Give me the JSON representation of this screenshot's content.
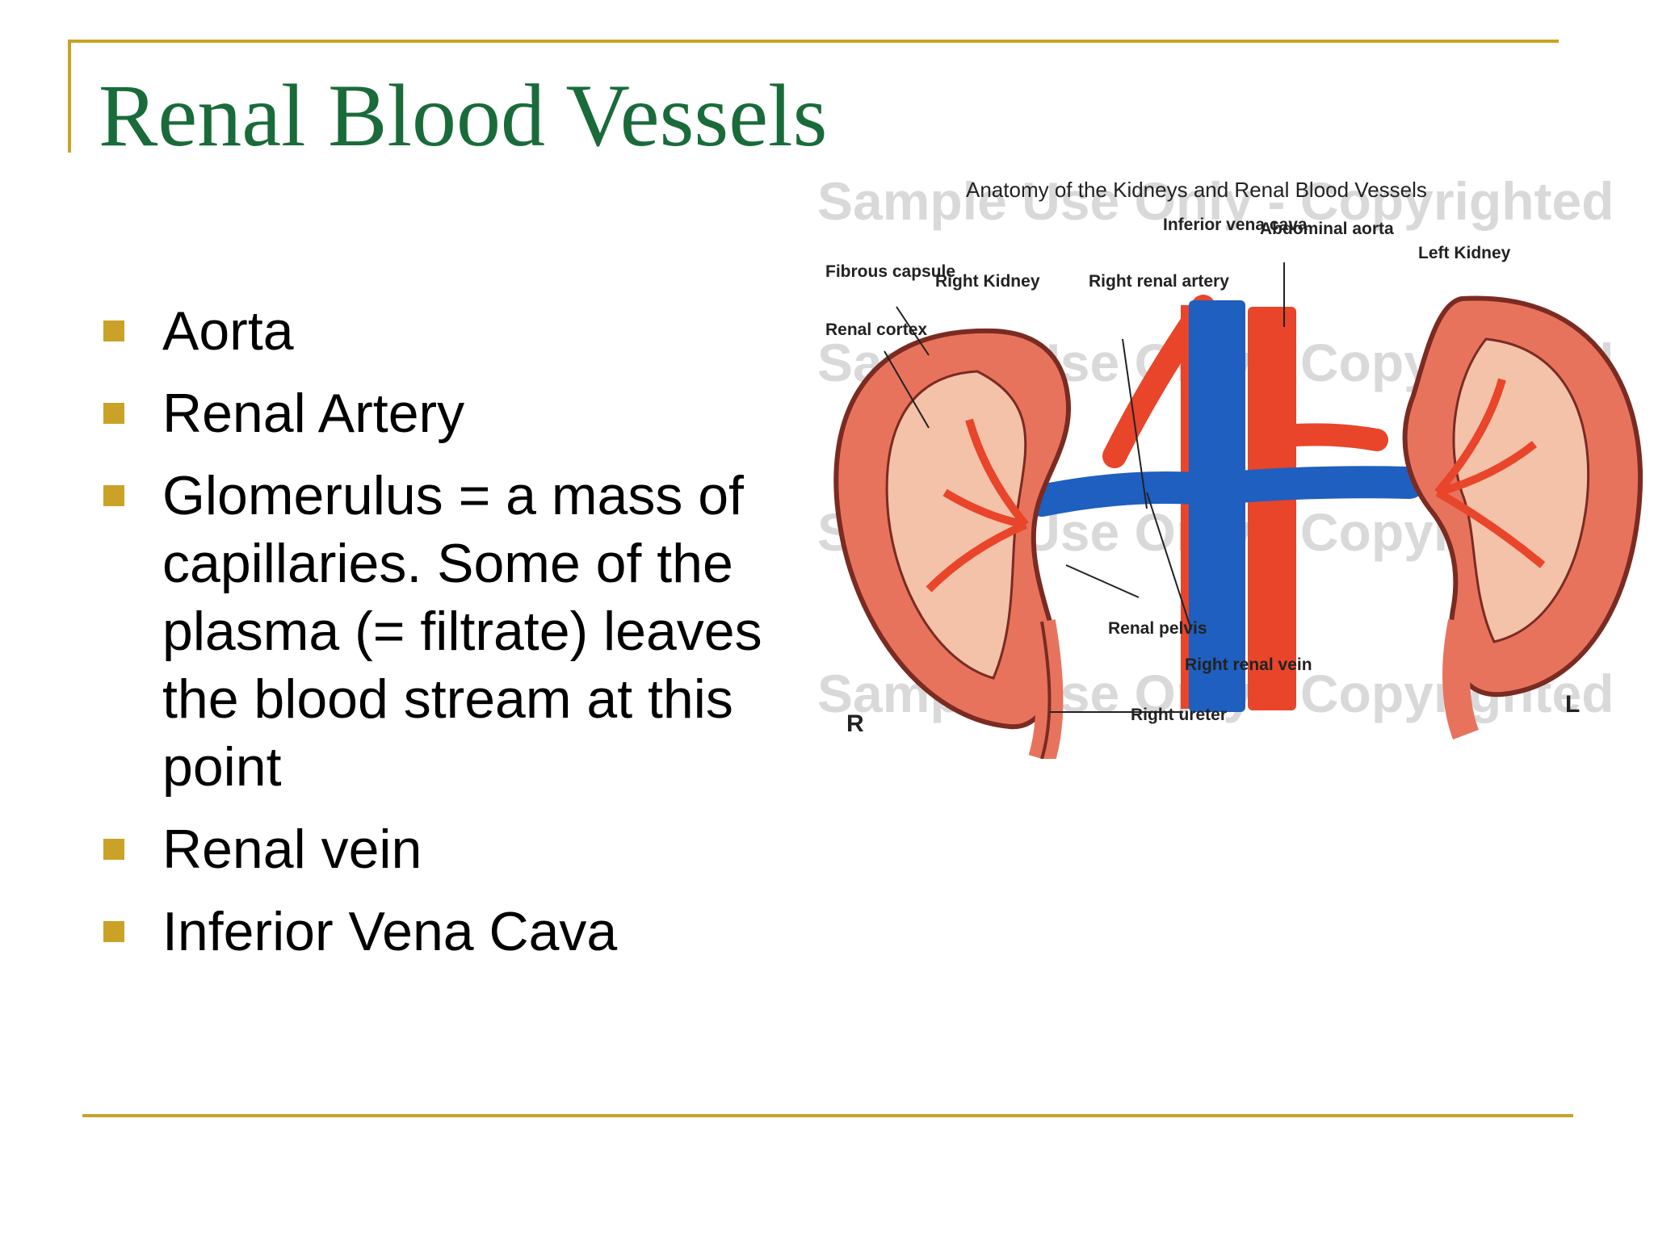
{
  "slide": {
    "title": "Renal Blood Vessels",
    "accent_color": "#c9a227",
    "title_color": "#1a6b3a"
  },
  "bullets": [
    "Aorta",
    "Renal Artery",
    "Glomerulus = a mass of capillaries. Some of the plasma    (= filtrate) leaves the blood stream at this point",
    "Renal vein",
    "Inferior Vena Cava"
  ],
  "diagram": {
    "title": "Anatomy of the Kidneys and Renal Blood Vessels",
    "labels": {
      "inferior_vena_cava": "Inferior vena cava",
      "abdominal_aorta": "Abdominal aorta",
      "left_kidney": "Left Kidney",
      "fibrous_capsule": "Fibrous capsule",
      "right_kidney": "Right Kidney",
      "right_renal_artery": "Right renal artery",
      "renal_cortex": "Renal cortex",
      "renal_pelvis": "Renal pelvis",
      "right_renal_vein": "Right renal vein",
      "right_ureter": "Right ureter",
      "r_marker": "R",
      "l_marker": "L"
    },
    "watermark": "Sample Use Only - Copyrighted",
    "colors": {
      "vein": "#1f5fbf",
      "artery": "#e8452b",
      "kidney": "#e8735c",
      "medulla": "#f3c2a8"
    }
  }
}
